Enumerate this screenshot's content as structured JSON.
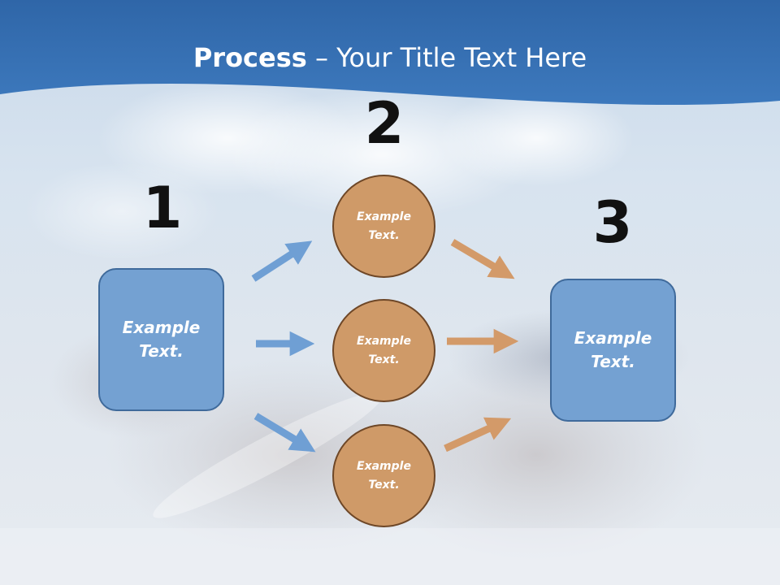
{
  "title": {
    "bold": "Process",
    "rest": " – Your Title Text Here"
  },
  "steps": [
    {
      "number": "1",
      "text": "Example Text."
    },
    {
      "number": "2",
      "text": "Example Text."
    },
    {
      "number": "3",
      "text": "Example Text."
    }
  ],
  "circles": [
    {
      "text": "Example Text."
    },
    {
      "text": "Example Text."
    },
    {
      "text": "Example Text."
    }
  ],
  "colors": {
    "header": "#3b73b4",
    "box_fill": "#74a1d2",
    "box_border": "#3f6a9b",
    "circle_fill": "#cf9a68",
    "circle_border": "#6e4727",
    "blue_arrow": "#6f9fd4",
    "orange_arrow": "#d39a69"
  }
}
